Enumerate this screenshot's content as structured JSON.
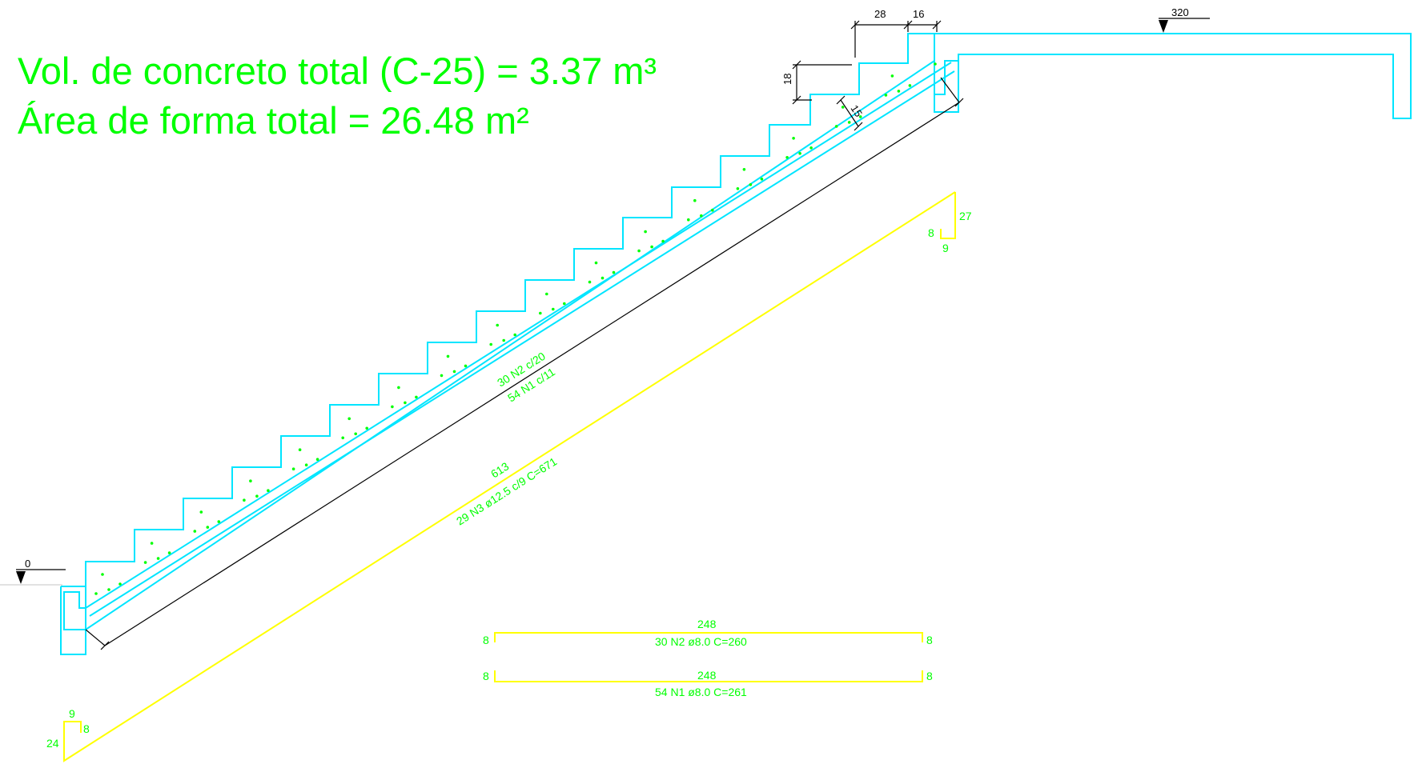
{
  "summary": {
    "concrete_volume": "Vol. de concreto total (C-25) = 3.37 m³",
    "formwork_area": "Área de forma total = 26.48 m²"
  },
  "levels": {
    "bottom": "0",
    "top": "320"
  },
  "dimensions": {
    "tread": "28",
    "landing_offset": "16",
    "riser": "18",
    "slab_thickness": "15"
  },
  "rebar": {
    "top_label_1": "30 N2 c/20",
    "top_label_2": "54 N1 c/11",
    "n3_length": "613",
    "n3_label": "29 N3 ø12.5 c/9  C=671",
    "n3_hook_top_vertical": "27",
    "n3_hook_top_small": "8",
    "n3_hook_top_horizontal": "9",
    "n3_hook_bottom_horizontal": "9",
    "n3_hook_bottom_small": "8",
    "n3_hook_bottom_vertical": "24",
    "n2_length": "248",
    "n2_hook_left": "8",
    "n2_hook_right": "8",
    "n2_label": "30 N2 ø8.0  C=260",
    "n1_length": "248",
    "n1_hook_left": "8",
    "n1_hook_right": "8",
    "n1_label": "54 N1 ø8.0  C=261"
  },
  "colors": {
    "concrete": "#00e5ff",
    "rebar_bent": "#ffff00",
    "text": "#00ff00",
    "dimension": "#000000"
  }
}
